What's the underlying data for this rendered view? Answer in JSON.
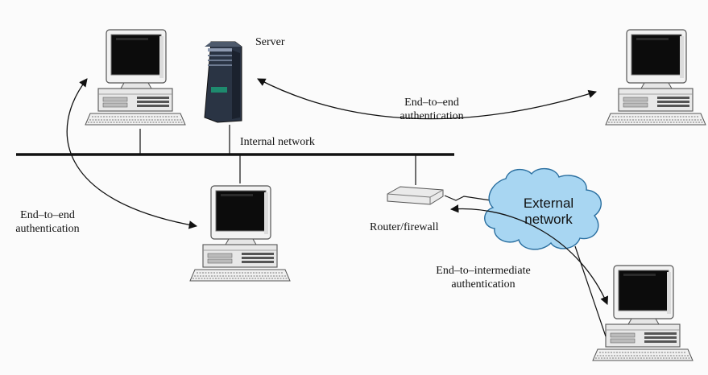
{
  "labels": {
    "server": "Server",
    "internal_network": "Internal network",
    "router_firewall": "Router/firewall",
    "external_network_line1": "External",
    "external_network_line2": "network",
    "e2e_right_line1": "End–to–end",
    "e2e_right_line2": "authentication",
    "e2e_left_line1": "End–to–end",
    "e2e_left_line2": "authentication",
    "e2i_line1": "End–to–intermediate",
    "e2i_line2": "authentication"
  },
  "colors": {
    "cloud_fill": "#a8d6f2",
    "cloud_stroke": "#2a6fa0",
    "line": "#111111",
    "monitor_screen": "#0c0c0c",
    "server_body": "#2a3444"
  },
  "icons": [
    "computer-icon",
    "server-icon",
    "router-icon",
    "cloud-icon"
  ]
}
